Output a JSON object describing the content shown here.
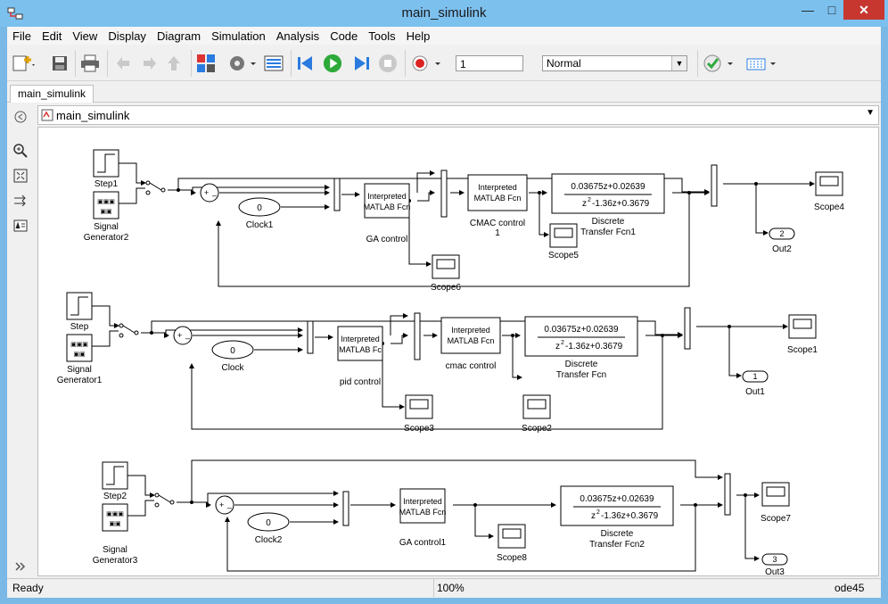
{
  "window": {
    "title": "main_simulink"
  },
  "menu": [
    "File",
    "Edit",
    "View",
    "Display",
    "Diagram",
    "Simulation",
    "Analysis",
    "Code",
    "Tools",
    "Help"
  ],
  "toolbar": {
    "stop_time": "1",
    "sim_mode": "Normal"
  },
  "tab": {
    "label": "main_simulink"
  },
  "address": {
    "path": "main_simulink"
  },
  "status": {
    "ready": "Ready",
    "zoom": "100%",
    "solver": "ode45"
  },
  "diagram": {
    "row1": {
      "step": "Step1",
      "siggen1": "Signal",
      "siggen2": "Generator2",
      "clock_val": "0",
      "clock": "Clock1",
      "interp_a1": "Interpreted",
      "interp_a2": "MATLAB Fcn",
      "ctrl_a": "GA control",
      "interp_b1": "Interpreted",
      "interp_b2": "MATLAB Fcn",
      "ctrl_b1": "CMAC control",
      "ctrl_b2": "1",
      "tf_num": "0.03675z+0.02639",
      "tf_den": "-1.36z+0.3679",
      "tf_lab1": "Discrete",
      "tf_lab2": "Transfer Fcn1",
      "scope_a": "Scope6",
      "scope_b": "Scope5",
      "scope_c": "Scope4",
      "out_num": "2",
      "out": "Out2"
    },
    "row2": {
      "step": "Step",
      "siggen1": "Signal",
      "siggen2": "Generator1",
      "clock_val": "0",
      "clock": "Clock",
      "interp_a1": "Interpreted",
      "interp_a2": "MATLAB Fc",
      "ctrl_a": "pid control",
      "interp_b1": "Interpreted",
      "interp_b2": "MATLAB Fcn",
      "ctrl_b1": "cmac control",
      "tf_num": "0.03675z+0.02639",
      "tf_den": "-1.36z+0.3679",
      "tf_lab1": "Discrete",
      "tf_lab2": "Transfer Fcn",
      "scope_a": "Scope3",
      "scope_b": "Scope2",
      "scope_c": "Scope1",
      "out_num": "1",
      "out": "Out1"
    },
    "row3": {
      "step": "Step2",
      "siggen1": "Signal",
      "siggen2": "Generator3",
      "clock_val": "0",
      "clock": "Clock2",
      "interp_a1": "Interpreted",
      "interp_a2": "MATLAB Fcn",
      "ctrl_a": "GA control1",
      "tf_num": "0.03675z+0.02639",
      "tf_den": "-1.36z+0.3679",
      "tf_lab1": "Discrete",
      "tf_lab2": "Transfer Fcn2",
      "scope_a": "Scope8",
      "scope_c": "Scope7",
      "out_num": "3",
      "out": "Out3"
    },
    "sum_plus": "+",
    "sum_minus": "–",
    "z_char": "z",
    "z_sup": "2"
  }
}
